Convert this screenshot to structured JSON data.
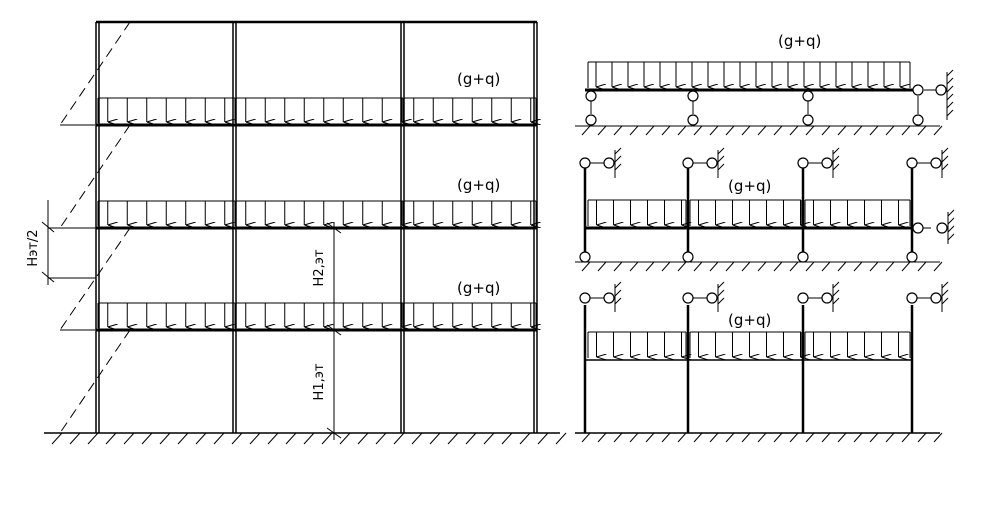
{
  "frame": {
    "load_labels": [
      "(g+q)",
      "(g+q)",
      "(g+q)"
    ],
    "dim_half_storey": "Hэт/2",
    "dim_storey_2": "H2,эт",
    "dim_storey_1": "H1,эт"
  },
  "schemes": {
    "top_floor_load": "(g+q)",
    "middle_floor_load": "(g+q)",
    "bottom_floor_load": "(g+q)"
  }
}
